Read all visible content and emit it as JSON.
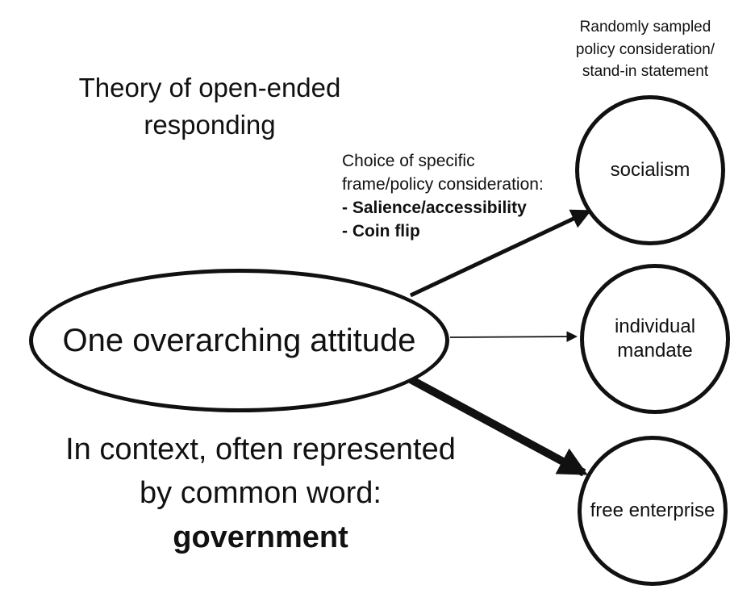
{
  "title": {
    "line1": "Theory of open-ended",
    "line2": "responding"
  },
  "random_label": {
    "line1": "Randomly sampled",
    "line2": "policy consideration/",
    "line3": "stand-in statement"
  },
  "choice_label": {
    "line1": "Choice of specific",
    "line2": "frame/policy consideration:",
    "line3": "- Salience/accessibility",
    "line4": "- Coin flip"
  },
  "context_label": {
    "line1": "In context, often represented",
    "line2": "by common word:",
    "line3": "government"
  },
  "nodes": {
    "attitude": {
      "label": "One overarching attitude"
    },
    "socialism": {
      "label": "socialism"
    },
    "individual_mandate": {
      "line1": "individual",
      "line2": "mandate"
    },
    "free_enterprise": {
      "line1": "free",
      "line2": "enterprise"
    }
  },
  "arrows": [
    {
      "from": "one-overarching-attitude",
      "to": "socialism",
      "weight": "medium"
    },
    {
      "from": "one-overarching-attitude",
      "to": "individual-mandate",
      "weight": "thin"
    },
    {
      "from": "one-overarching-attitude",
      "to": "free-enterprise",
      "weight": "thick"
    }
  ],
  "colors": {
    "ink": "#111111",
    "background": "#ffffff"
  }
}
